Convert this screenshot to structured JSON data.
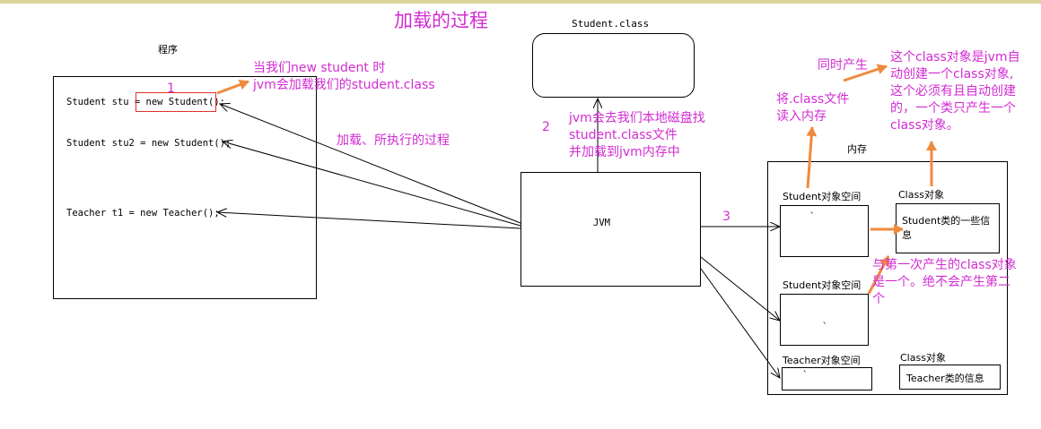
{
  "colors": {
    "annotation": "#d22cd2",
    "highlight_arrow": "#f08a3c",
    "highlight_box": "#e0302a",
    "line": "#000000"
  },
  "title": "加载的过程",
  "program": {
    "label": "程序",
    "code": [
      "Student stu = new Student();",
      "Student stu2 = new Student();",
      "Teacher t1 = new Teacher();"
    ]
  },
  "student_class_file": {
    "label": "Student.class"
  },
  "jvm": {
    "label": "JVM"
  },
  "memory": {
    "label": "内存",
    "student_space_1": {
      "label": "Student对象空间",
      "marker": "`"
    },
    "student_space_2": {
      "label": "Student对象空间",
      "marker": "`"
    },
    "teacher_space": {
      "label": "Teacher对象空间",
      "marker": "`"
    },
    "class_object_1": {
      "label": "Class对象",
      "content_lines": [
        "Student类的一些信",
        "息"
      ]
    },
    "class_object_2": {
      "label": "Class对象",
      "content": "Teacher类的信息"
    }
  },
  "annotations": {
    "step1": "1",
    "step2": "2",
    "step3": "3",
    "new_student": [
      "当我们new student 时",
      "jvm会加载我们的student.class"
    ],
    "loading_process": "加载、所执行的过程",
    "find_class_file": [
      "jvm会去我们本地磁盘找",
      "student.class文件",
      "并加载到jvm内存中"
    ],
    "read_into_memory": [
      "将.class文件",
      "读入内存"
    ],
    "simultaneously": "同时产生",
    "class_object_desc": [
      "这个class对象是jvm自",
      "动创建一个class对象,",
      "这个必须有且自动创建",
      "的，一个类只产生一个",
      "class对象。"
    ],
    "same_object": [
      "与第一次产生的class对象",
      "是一个。绝不会产生第二",
      "个"
    ]
  }
}
